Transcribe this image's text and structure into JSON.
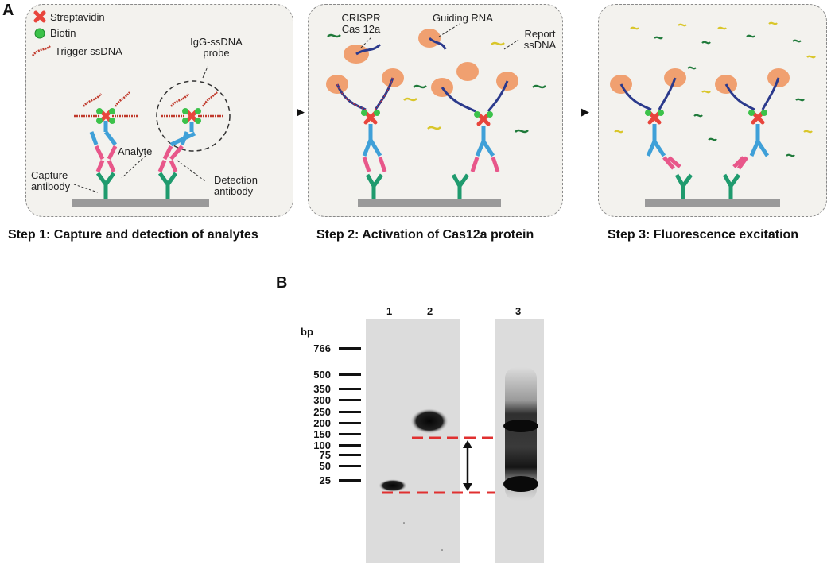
{
  "panel_a": {
    "letter": "A",
    "step1": {
      "legend": [
        "Streptavidin",
        "Biotin",
        "Trigger ssDNA"
      ],
      "probe_label": "IgG-ssDNA probe",
      "analyte_label": "Analyte",
      "capture_label": "Capture antibody",
      "detection_label": "Detection antibody",
      "caption": "Step 1: Capture and detection of analytes"
    },
    "step2": {
      "cas_label": "CRISPR Cas 12a",
      "rna_label": "Guiding RNA",
      "report_label": "Report ssDNA",
      "caption": "Step 2: Activation of Cas12a protein"
    },
    "step3": {
      "caption": "Step 3: Fluorescence excitation"
    }
  },
  "panel_b": {
    "letter": "B",
    "unit": "bp",
    "ladder": [
      "766",
      "500",
      "350",
      "300",
      "250",
      "200",
      "150",
      "100",
      "75",
      "50",
      "25"
    ],
    "lanes": [
      "1",
      "2",
      "3"
    ]
  },
  "colors": {
    "streptavidin": "#e8453c",
    "biotin": "#3cc24a",
    "trigger": "#c0392b",
    "heavy_chain": "#3fa0d8",
    "light_chain": "#e8578a",
    "capture": "#1f9b6e",
    "cas_protein": "#f0a070",
    "rna": "#2b3a8c",
    "report": "#d9c62a",
    "report_cut": "#1f7a3a",
    "guide_dash": "#e03030"
  }
}
